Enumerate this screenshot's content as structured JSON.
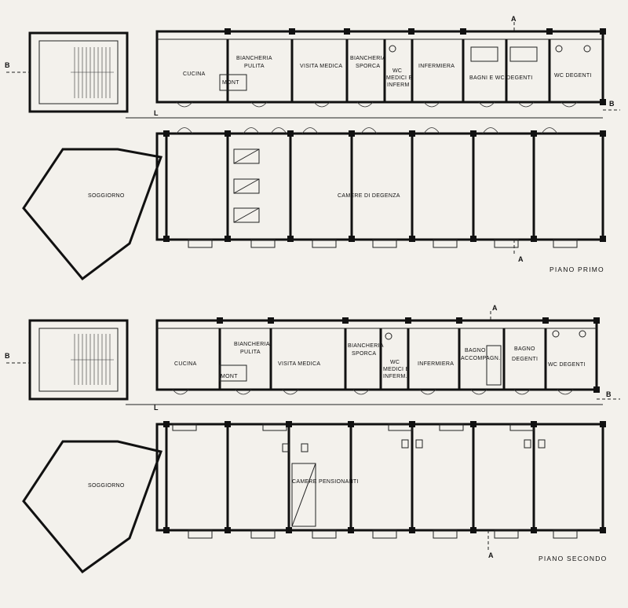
{
  "floors": [
    {
      "title": "PIANO PRIMO",
      "rooms": {
        "cucina": "CUCINA",
        "mont": "MONT",
        "biancheria_pulita": [
          "BIANCHERIA",
          "PULITA"
        ],
        "visita_medica": "VISITA MEDICA",
        "biancheria_sporca": [
          "BIANCHERIA",
          "SPORCA"
        ],
        "wc_medici": [
          "WC",
          "MEDICI E",
          "INFERM"
        ],
        "infermiera": "INFERMIERA",
        "bagni_wc_degenti": "BAGNI E WC DEGENTI",
        "wc_degenti": "WC DEGENTI",
        "soggiorno": "SOGGIORNO",
        "camere": "CAMERE DI DEGENZA"
      },
      "section_marks": {
        "a": "A",
        "b": "B",
        "l": "L"
      }
    },
    {
      "title": "PIANO SECONDO",
      "rooms": {
        "cucina": "CUCINA",
        "mont": "MONT",
        "biancheria_pulita": [
          "BIANCHERIA",
          "PULITA"
        ],
        "visita_medica": "VISITA MEDICA",
        "biancheria_sporca": [
          "BIANCHERIA",
          "SPORCA"
        ],
        "wc_medici": [
          "WC",
          "MEDICI E",
          "INFERM."
        ],
        "infermiera": "INFERMIERA",
        "bagno_accompagn": [
          "BAGNO",
          "ACCOMPAGN."
        ],
        "bagno_degenti": [
          "BAGNO",
          "DEGENTI"
        ],
        "wc_degenti": "WC DEGENTI",
        "soggiorno": "SOGGIORNO",
        "camere": "CAMERE PENSIONANTI"
      },
      "section_marks": {
        "a": "A",
        "b": "B",
        "l": "L"
      }
    }
  ]
}
